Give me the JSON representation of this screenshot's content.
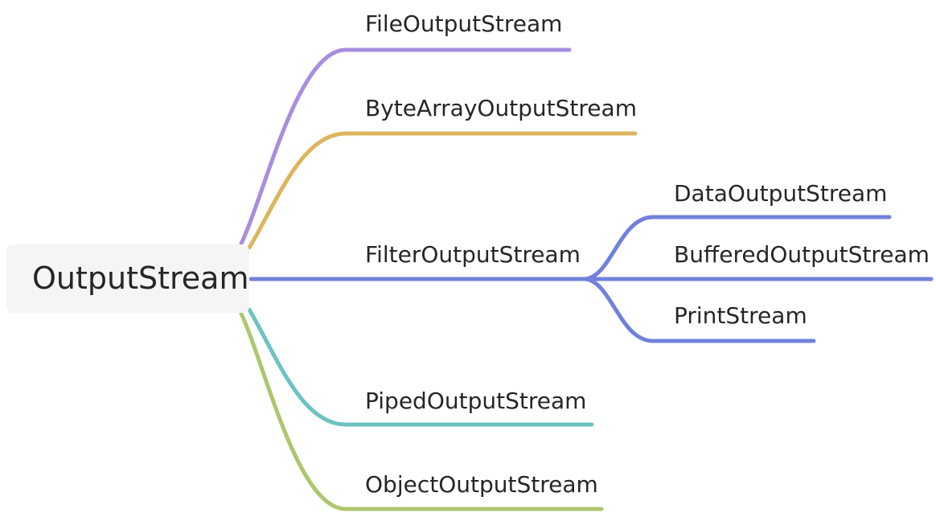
{
  "root": {
    "label": "OutputStream"
  },
  "branches": [
    {
      "label": "FileOutputStream",
      "color": "#a78ee0"
    },
    {
      "label": "ByteArrayOutputStream",
      "color": "#ddb55c"
    },
    {
      "label": "FilterOutputStream",
      "color": "#7081dc",
      "children": [
        {
          "label": "DataOutputStream"
        },
        {
          "label": "BufferedOutputStream"
        },
        {
          "label": "PrintStream"
        }
      ]
    },
    {
      "label": "PipedOutputStream",
      "color": "#6cc3c3"
    },
    {
      "label": "ObjectOutputStream",
      "color": "#aec66f"
    }
  ]
}
